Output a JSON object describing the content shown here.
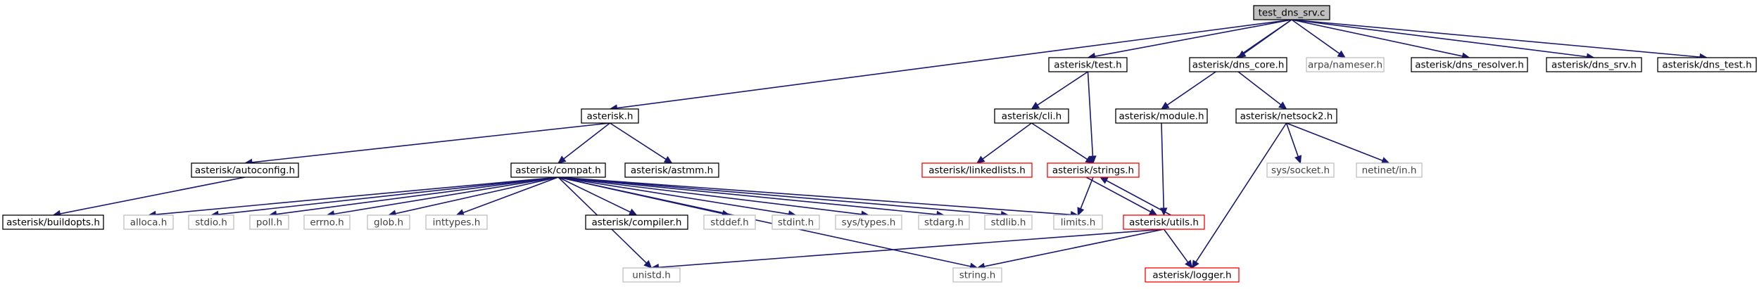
{
  "colors": {
    "edge": "#191970",
    "root_fill": "#bfbfbf",
    "border_documented": "#000000",
    "border_truncated": "#ff0000",
    "border_external": "#bfbfbf",
    "text_documented": "#000000",
    "text_external": "#404040"
  },
  "nodes": [
    {
      "id": "test_dns_srv",
      "label": "test_dns_srv.c",
      "kind": "root"
    },
    {
      "id": "test_h",
      "label": "asterisk/test.h",
      "kind": "documented"
    },
    {
      "id": "dns_core",
      "label": "asterisk/dns_core.h",
      "kind": "documented"
    },
    {
      "id": "nameser",
      "label": "arpa/nameser.h",
      "kind": "external"
    },
    {
      "id": "dns_resolver",
      "label": "asterisk/dns_resolver.h",
      "kind": "documented"
    },
    {
      "id": "dns_srv",
      "label": "asterisk/dns_srv.h",
      "kind": "documented"
    },
    {
      "id": "dns_test",
      "label": "asterisk/dns_test.h",
      "kind": "documented"
    },
    {
      "id": "asterisk_h",
      "label": "asterisk.h",
      "kind": "documented"
    },
    {
      "id": "cli_h",
      "label": "asterisk/cli.h",
      "kind": "documented"
    },
    {
      "id": "module_h",
      "label": "asterisk/module.h",
      "kind": "documented"
    },
    {
      "id": "netsock2",
      "label": "asterisk/netsock2.h",
      "kind": "documented"
    },
    {
      "id": "autoconfig",
      "label": "asterisk/autoconfig.h",
      "kind": "documented"
    },
    {
      "id": "compat",
      "label": "asterisk/compat.h",
      "kind": "documented"
    },
    {
      "id": "astmm",
      "label": "asterisk/astmm.h",
      "kind": "documented"
    },
    {
      "id": "linkedlists",
      "label": "asterisk/linkedlists.h",
      "kind": "truncated"
    },
    {
      "id": "strings_h",
      "label": "asterisk/strings.h",
      "kind": "truncated"
    },
    {
      "id": "socket_h",
      "label": "sys/socket.h",
      "kind": "external"
    },
    {
      "id": "netinet_in",
      "label": "netinet/in.h",
      "kind": "external"
    },
    {
      "id": "buildopts",
      "label": "asterisk/buildopts.h",
      "kind": "documented"
    },
    {
      "id": "alloca",
      "label": "alloca.h",
      "kind": "external"
    },
    {
      "id": "stdio",
      "label": "stdio.h",
      "kind": "external"
    },
    {
      "id": "poll",
      "label": "poll.h",
      "kind": "external"
    },
    {
      "id": "errno",
      "label": "errno.h",
      "kind": "external"
    },
    {
      "id": "glob",
      "label": "glob.h",
      "kind": "external"
    },
    {
      "id": "inttypes",
      "label": "inttypes.h",
      "kind": "external"
    },
    {
      "id": "compiler",
      "label": "asterisk/compiler.h",
      "kind": "documented"
    },
    {
      "id": "stddef",
      "label": "stddef.h",
      "kind": "external"
    },
    {
      "id": "stdint",
      "label": "stdint.h",
      "kind": "external"
    },
    {
      "id": "systypes",
      "label": "sys/types.h",
      "kind": "external"
    },
    {
      "id": "stdarg",
      "label": "stdarg.h",
      "kind": "external"
    },
    {
      "id": "stdlib",
      "label": "stdlib.h",
      "kind": "external"
    },
    {
      "id": "limits",
      "label": "limits.h",
      "kind": "external"
    },
    {
      "id": "utils_h",
      "label": "asterisk/utils.h",
      "kind": "truncated"
    },
    {
      "id": "unistd",
      "label": "unistd.h",
      "kind": "external"
    },
    {
      "id": "string_h",
      "label": "string.h",
      "kind": "external"
    },
    {
      "id": "logger_h",
      "label": "asterisk/logger.h",
      "kind": "truncated"
    }
  ],
  "edges": [
    [
      "test_dns_srv",
      "asterisk_h"
    ],
    [
      "test_dns_srv",
      "test_h"
    ],
    [
      "test_dns_srv",
      "module_h"
    ],
    [
      "test_dns_srv",
      "dns_core"
    ],
    [
      "test_dns_srv",
      "nameser"
    ],
    [
      "test_dns_srv",
      "dns_resolver"
    ],
    [
      "test_dns_srv",
      "dns_srv"
    ],
    [
      "test_dns_srv",
      "dns_test"
    ],
    [
      "test_h",
      "cli_h"
    ],
    [
      "test_h",
      "strings_h"
    ],
    [
      "dns_core",
      "netsock2"
    ],
    [
      "asterisk_h",
      "autoconfig"
    ],
    [
      "asterisk_h",
      "compat"
    ],
    [
      "asterisk_h",
      "astmm"
    ],
    [
      "cli_h",
      "linkedlists"
    ],
    [
      "cli_h",
      "strings_h"
    ],
    [
      "module_h",
      "utils_h"
    ],
    [
      "netsock2",
      "socket_h"
    ],
    [
      "netsock2",
      "netinet_in"
    ],
    [
      "netsock2",
      "logger_h"
    ],
    [
      "autoconfig",
      "buildopts"
    ],
    [
      "compat",
      "alloca"
    ],
    [
      "compat",
      "stdio"
    ],
    [
      "compat",
      "poll"
    ],
    [
      "compat",
      "errno"
    ],
    [
      "compat",
      "glob"
    ],
    [
      "compat",
      "inttypes"
    ],
    [
      "compat",
      "compiler"
    ],
    [
      "compat",
      "stddef"
    ],
    [
      "compat",
      "stdint"
    ],
    [
      "compat",
      "systypes"
    ],
    [
      "compat",
      "stdarg"
    ],
    [
      "compat",
      "stdlib"
    ],
    [
      "compat",
      "limits"
    ],
    [
      "compat",
      "unistd"
    ],
    [
      "compat",
      "string_h"
    ],
    [
      "strings_h",
      "limits"
    ],
    [
      "strings_h",
      "utils_h"
    ],
    [
      "utils_h",
      "strings_h"
    ],
    [
      "utils_h",
      "unistd"
    ],
    [
      "utils_h",
      "string_h"
    ],
    [
      "utils_h",
      "logger_h"
    ]
  ]
}
